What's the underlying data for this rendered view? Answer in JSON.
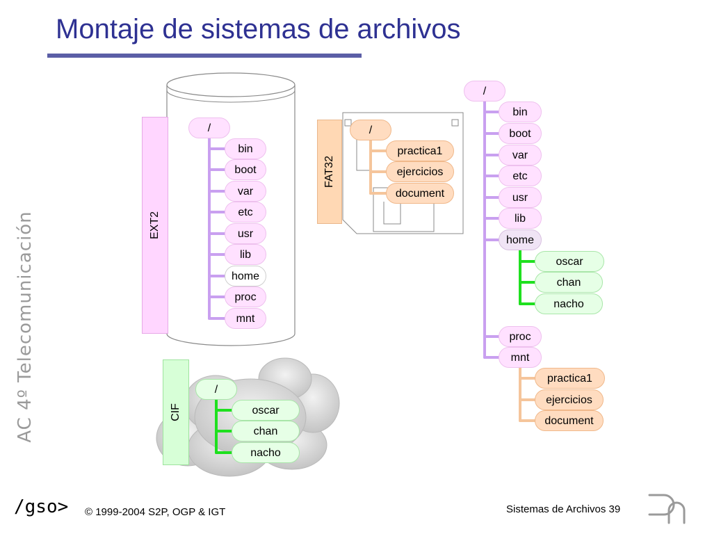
{
  "slide": {
    "title": "Montaje de sistemas de archivos",
    "side_text": "AC 4º Telecomunicación"
  },
  "filesystems": {
    "ext2": "EXT2",
    "fat32": "FAT32",
    "cif": "CIF"
  },
  "ext2_tree": {
    "root": "/",
    "children": [
      "bin",
      "boot",
      "var",
      "etc",
      "usr",
      "lib",
      "home",
      "proc",
      "mnt"
    ]
  },
  "fat32_tree": {
    "root": "/",
    "children": [
      "practica1",
      "ejercicios",
      "document"
    ]
  },
  "cif_tree": {
    "root": "/",
    "children": [
      "oscar",
      "chan",
      "nacho"
    ]
  },
  "mounted_tree": {
    "root": "/",
    "top": [
      "bin",
      "boot",
      "var",
      "etc",
      "usr",
      "lib"
    ],
    "home": "home",
    "home_children": [
      "oscar",
      "chan",
      "nacho"
    ],
    "proc": "proc",
    "mnt": "mnt",
    "mnt_children": [
      "practica1",
      "ejercicios",
      "document"
    ]
  },
  "footer": {
    "logo": "/gso>",
    "copyright": "© 1999-2004 S2P, OGP & IGT",
    "page": "Sistemas de Archivos 39"
  },
  "colors": {
    "title": "#2e3192",
    "ext2_line": "#c9a0f0",
    "fat_line": "#f5c59b",
    "cif_line": "#1fe01f"
  }
}
